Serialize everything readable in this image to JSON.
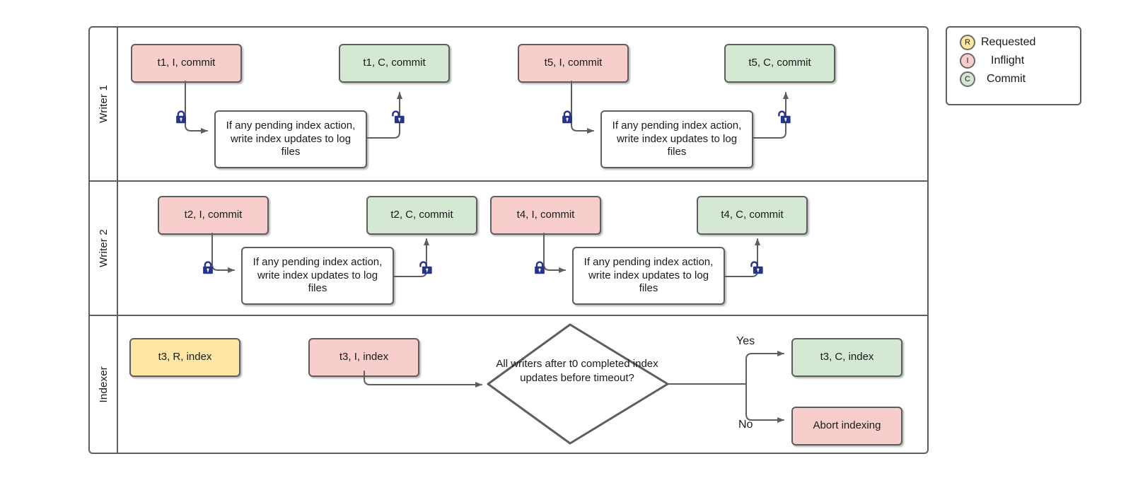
{
  "diagram": {
    "title": "Writer / Indexer coordination swimlane",
    "colors": {
      "inflight": "#f8cecc",
      "commit": "#d5e8d4",
      "requested": "#ffe6a3",
      "plain": "#ffffff",
      "stroke": "#5e5e5e",
      "lock": "#27348b"
    },
    "lanes": [
      {
        "label": "Writer 1"
      },
      {
        "label": "Writer 2"
      },
      {
        "label": "Indexer"
      }
    ],
    "writer1": {
      "nodes": [
        {
          "id": "w1-t1-i",
          "text": "t1, I, commit",
          "color": "inflight"
        },
        {
          "id": "w1-proc1",
          "text": "If any pending index action, write index updates to log files",
          "color": "plain"
        },
        {
          "id": "w1-t1-c",
          "text": "t1, C, commit",
          "color": "commit"
        },
        {
          "id": "w1-t5-i",
          "text": "t5, I, commit",
          "color": "inflight"
        },
        {
          "id": "w1-proc2",
          "text": "If any pending index action, write index updates to log files",
          "color": "plain"
        },
        {
          "id": "w1-t5-c",
          "text": "t5, C, commit",
          "color": "commit"
        }
      ],
      "locks": [
        {
          "id": "w1-lock-1",
          "state": "locked"
        },
        {
          "id": "w1-unlock-1",
          "state": "unlocked"
        },
        {
          "id": "w1-lock-2",
          "state": "locked"
        },
        {
          "id": "w1-unlock-2",
          "state": "unlocked"
        }
      ]
    },
    "writer2": {
      "nodes": [
        {
          "id": "w2-t2-i",
          "text": "t2, I, commit",
          "color": "inflight"
        },
        {
          "id": "w2-proc1",
          "text": "If any pending index action, write index updates to log files",
          "color": "plain"
        },
        {
          "id": "w2-t2-c",
          "text": "t2, C, commit",
          "color": "commit"
        },
        {
          "id": "w2-t4-i",
          "text": "t4, I, commit",
          "color": "inflight"
        },
        {
          "id": "w2-proc2",
          "text": "If any pending index action, write index updates to log files",
          "color": "plain"
        },
        {
          "id": "w2-t4-c",
          "text": "t4, C, commit",
          "color": "commit"
        }
      ],
      "locks": [
        {
          "id": "w2-lock-1",
          "state": "locked"
        },
        {
          "id": "w2-unlock-1",
          "state": "unlocked"
        },
        {
          "id": "w2-lock-2",
          "state": "locked"
        },
        {
          "id": "w2-unlock-2",
          "state": "unlocked"
        }
      ]
    },
    "indexer": {
      "nodes": [
        {
          "id": "ix-t3-r",
          "text": "t3, R, index",
          "color": "requested"
        },
        {
          "id": "ix-t3-i",
          "text": "t3, I, index",
          "color": "inflight"
        },
        {
          "id": "ix-t3-c",
          "text": "t3, C, index",
          "color": "commit"
        },
        {
          "id": "ix-abort",
          "text": "Abort indexing",
          "color": "inflight"
        }
      ],
      "decision": {
        "id": "ix-decision",
        "text": "All writers after t0 completed index updates before timeout?"
      },
      "branch_labels": {
        "yes": "Yes",
        "no": "No"
      }
    },
    "legend": {
      "items": [
        {
          "badge": "R",
          "label": "Requested",
          "color": "#ffe6a3"
        },
        {
          "badge": "I",
          "label": "Inflight",
          "color": "#f8cecc"
        },
        {
          "badge": "C",
          "label": "Commit",
          "color": "#d5e8d4"
        }
      ]
    }
  }
}
